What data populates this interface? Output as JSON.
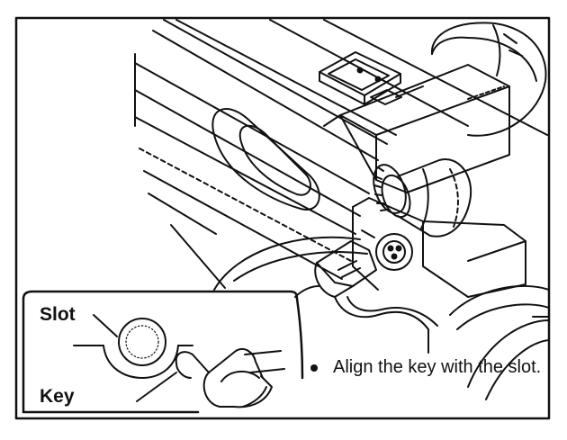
{
  "inset": {
    "slot_label": "Slot",
    "key_label": "Key"
  },
  "caption": {
    "text": "Align the key with the slot."
  },
  "colors": {
    "ink": "#111111",
    "paper": "#ffffff"
  }
}
